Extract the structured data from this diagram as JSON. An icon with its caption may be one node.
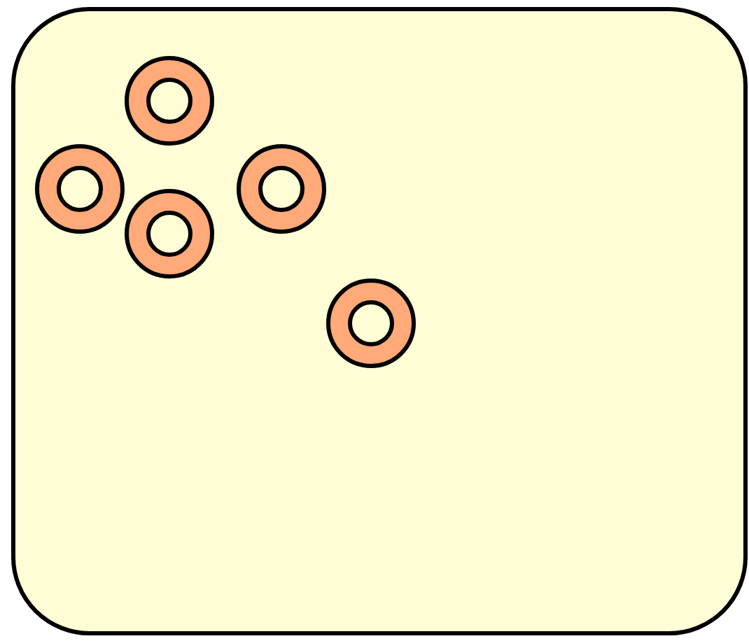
{
  "diagram": {
    "nodes": [
      {
        "text": [],
        "shape": "box"
      },
      {
        "text": [],
        "shape": "circle",
        "in": 0
      },
      {
        "text": [],
        "shape": "circle",
        "in": 0
      },
      {
        "text": [],
        "shape": "circle",
        "in": 0
      },
      {
        "text": [],
        "shape": "circle",
        "in": 0
      },
      {
        "text": [],
        "shape": "circle",
        "in": 0
      }
    ]
  }
}
